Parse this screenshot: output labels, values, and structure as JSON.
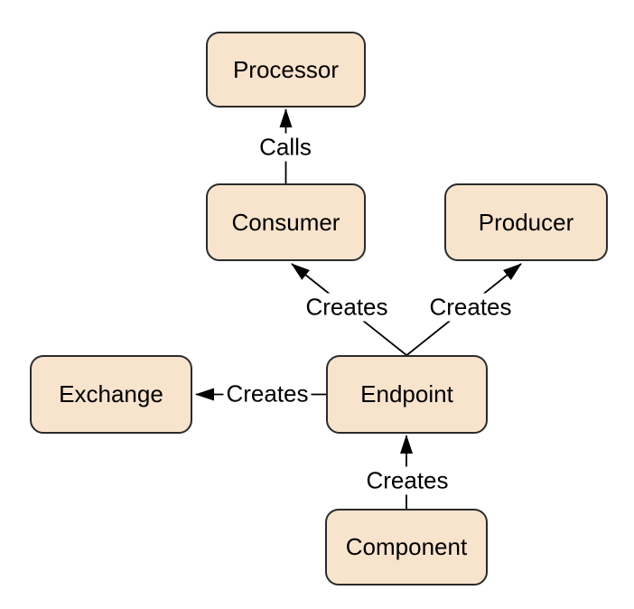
{
  "diagram": {
    "nodes": {
      "processor": {
        "label": "Processor"
      },
      "consumer": {
        "label": "Consumer"
      },
      "producer": {
        "label": "Producer"
      },
      "exchange": {
        "label": "Exchange"
      },
      "endpoint": {
        "label": "Endpoint"
      },
      "component": {
        "label": "Component"
      }
    },
    "edges": {
      "consumer_to_processor": {
        "label": "Calls",
        "from": "Consumer",
        "to": "Processor"
      },
      "endpoint_to_consumer": {
        "label": "Creates",
        "from": "Endpoint",
        "to": "Consumer"
      },
      "endpoint_to_producer": {
        "label": "Creates",
        "from": "Endpoint",
        "to": "Producer"
      },
      "endpoint_to_exchange": {
        "label": "Creates",
        "from": "Endpoint",
        "to": "Exchange"
      },
      "component_to_endpoint": {
        "label": "Creates",
        "from": "Component",
        "to": "Endpoint"
      }
    },
    "colors": {
      "node_fill": "#F8E3CD",
      "node_border": "#2B2B2B",
      "edge": "#000000",
      "text": "#000000",
      "background": "#FFFFFF"
    }
  }
}
